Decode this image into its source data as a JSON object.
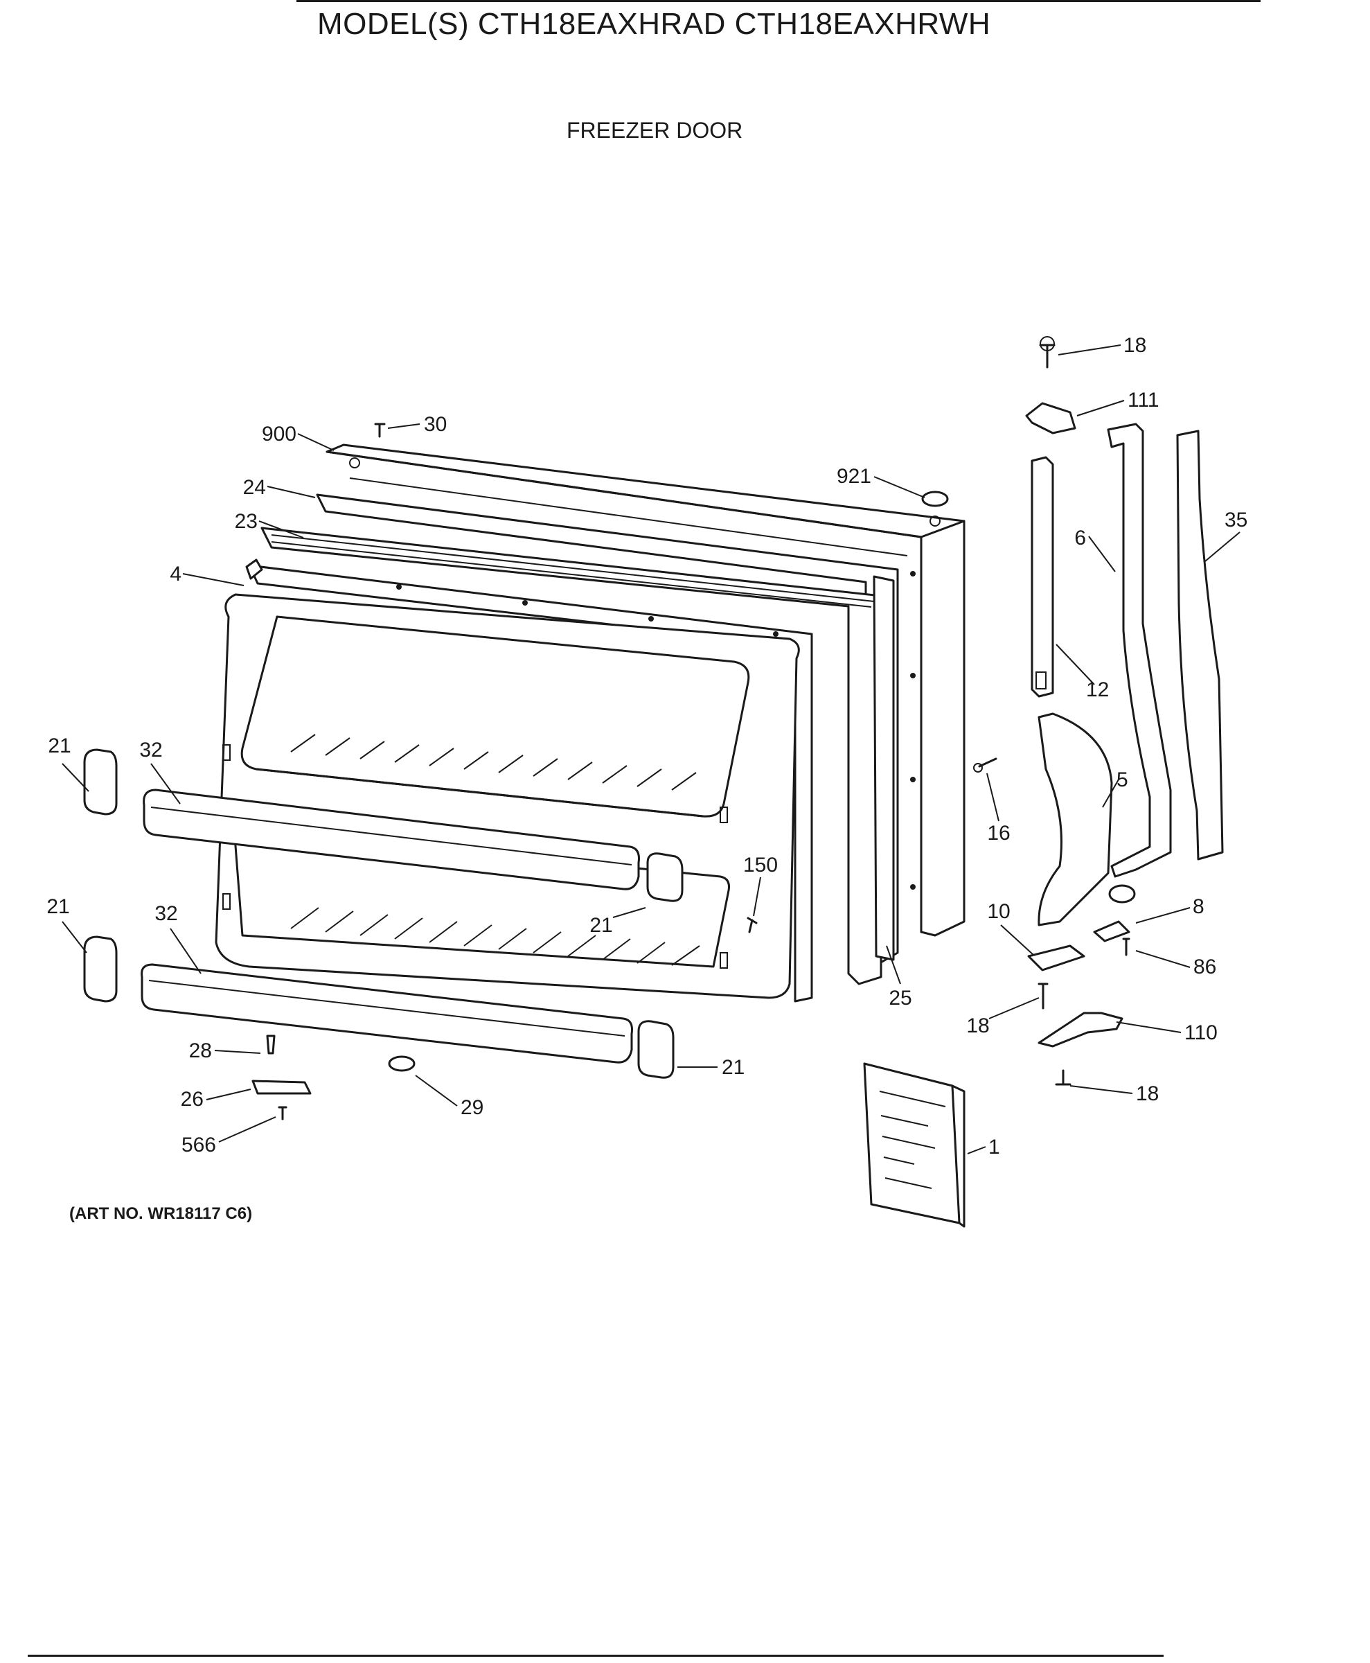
{
  "header": {
    "model_title": "MODEL(S) CTH18EAXHRAD  CTH18EAXHRWH",
    "section_title": "FREEZER DOOR"
  },
  "footer": {
    "art_no": "(ART NO. WR18117 C6)"
  },
  "callouts": [
    "18",
    "111",
    "30",
    "900",
    "921",
    "24",
    "23",
    "4",
    "6",
    "35",
    "12",
    "21",
    "32",
    "5",
    "16",
    "150",
    "21",
    "10",
    "8",
    "21",
    "32",
    "86",
    "25",
    "18",
    "110",
    "28",
    "21",
    "26",
    "29",
    "18",
    "566",
    "1"
  ]
}
